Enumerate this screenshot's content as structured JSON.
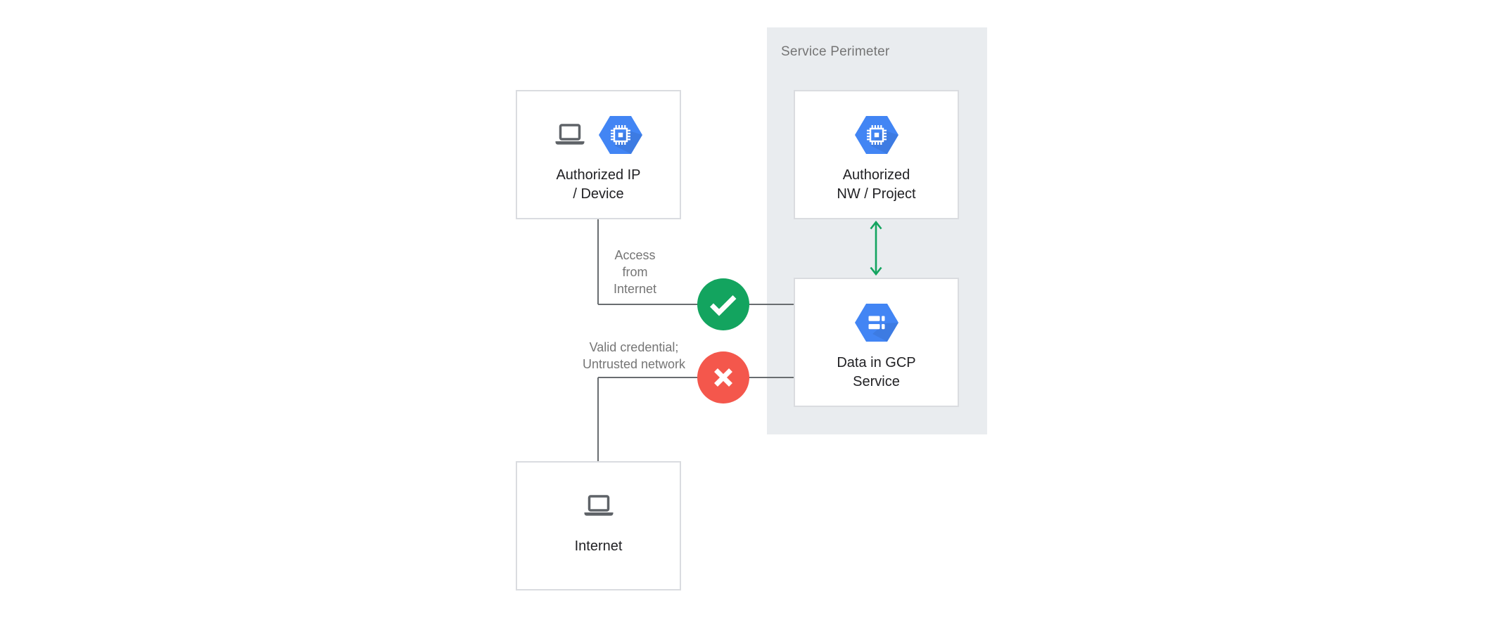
{
  "perimeter": {
    "label": "Service Perimeter"
  },
  "nodes": {
    "auth_ip": {
      "line1": "Authorized IP",
      "line2": "/ Device",
      "icons": [
        "laptop-icon",
        "compute-engine-hexagon-icon"
      ]
    },
    "auth_nw": {
      "line1": "Authorized",
      "line2": "NW / Project",
      "icons": [
        "compute-engine-hexagon-icon"
      ]
    },
    "data_gcp": {
      "line1": "Data in GCP",
      "line2": "Service",
      "icons": [
        "cloud-storage-hexagon-icon"
      ]
    },
    "internet": {
      "line1": "Internet",
      "icons": [
        "laptop-icon"
      ]
    }
  },
  "edges": {
    "allowed": {
      "label_line1": "Access",
      "label_line2": "from",
      "label_line3": "Internet",
      "status_icon": "check-icon",
      "from": "Authorized IP / Device",
      "to": "Data in GCP Service"
    },
    "denied": {
      "label_line1": "Valid credential;",
      "label_line2": "Untrusted network",
      "status_icon": "x-icon",
      "from": "Internet",
      "to": "Data in GCP Service"
    },
    "perimeter_internal": {
      "type": "bidirectional-arrow",
      "from": "Authorized NW / Project",
      "to": "Data in GCP Service"
    }
  },
  "colors": {
    "perimeter_bg": "#e9ecef",
    "node_bg": "#ffffff",
    "node_border": "#dadce0",
    "hexagon_blue": "#4285f4",
    "allowed_green": "#13a45f",
    "denied_red": "#f4574c",
    "line_gray": "#696d70",
    "label_gray": "#757575",
    "node_text": "#212124",
    "laptop_gray": "#5f6368"
  },
  "icons": [
    "laptop-icon",
    "compute-engine-hexagon-icon",
    "cloud-storage-hexagon-icon",
    "check-icon",
    "x-icon",
    "bidirectional-arrow-icon"
  ]
}
